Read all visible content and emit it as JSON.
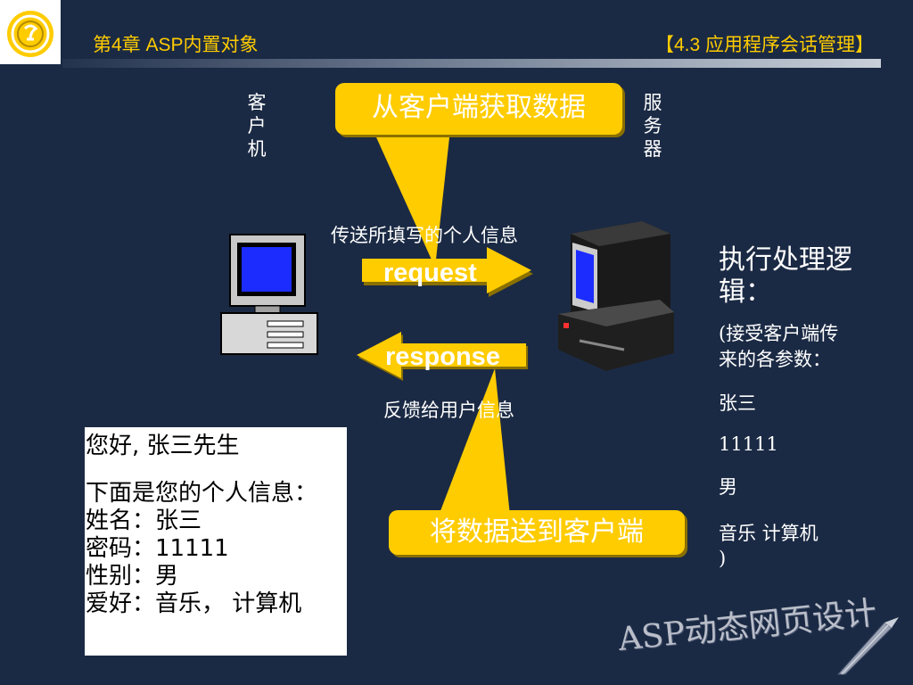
{
  "header": {
    "chapter": "第4章  ASP内置对象",
    "section": "【4.3 应用程序会话管理】"
  },
  "labels": {
    "client": "客户机",
    "server": "服务器",
    "send_info": "传送所填写的个人信息",
    "feedback": "反馈给用户信息",
    "request": "request",
    "response": "response"
  },
  "callouts": {
    "top": "从客户端获取数据",
    "bottom": "将数据送到客户端"
  },
  "side_panel": {
    "title": "执行处理逻辑：",
    "params_intro": "(接受客户端传来的各参数：",
    "name": "张三",
    "password": "11111",
    "gender": "男",
    "hobbies": "音乐  计算机",
    "close": ")"
  },
  "result_box": {
    "greeting": "您好, 张三先生",
    "info_title": "下面是您的个人信息：",
    "name_line": "姓名：张三",
    "password_line": "密码：11111",
    "gender_line": "性别：男",
    "hobby_line": "爱好：音乐，  计算机"
  },
  "watermark": "ASP动态网页设计",
  "colors": {
    "background": "#1b2a44",
    "accent": "#ffcc00",
    "text": "#ffffff"
  },
  "icons": [
    "logo-emblem-icon",
    "client-computer-icon",
    "server-computer-icon",
    "quill-icon"
  ]
}
